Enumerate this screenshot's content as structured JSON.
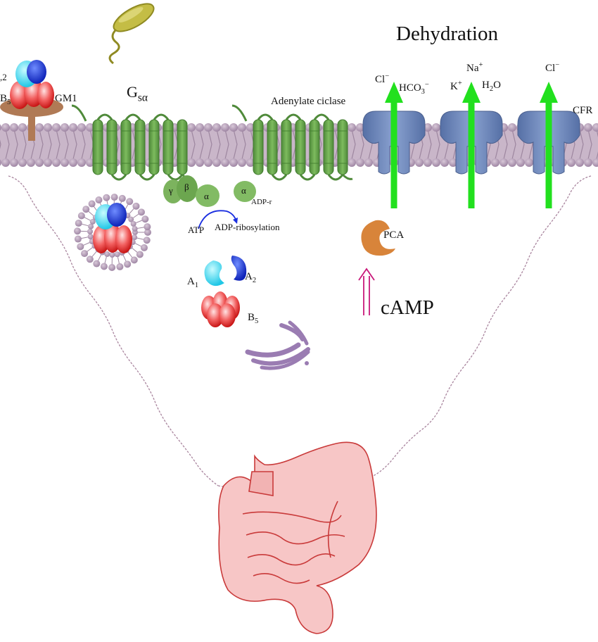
{
  "labels": {
    "dehydration": "Dehydration",
    "gsa": "G",
    "gsa_sub": "sα",
    "gm1": "GM1",
    "adenylate": "Adenylate ciclase",
    "cfr": "CFR",
    "cl1": "Cl",
    "cl1_sup": "−",
    "hco3": "HCO",
    "hco3_sub": "3",
    "hco3_sup": "−",
    "na": "Na",
    "na_sup": "+",
    "k": "K",
    "k_sup": "+",
    "h2o_a": "H",
    "h2o_sub": "2",
    "h2o_b": "O",
    "cl2": "Cl",
    "cl2_sup": "−",
    "gamma": "γ",
    "beta": "β",
    "alpha1": "α",
    "alpha2": "α",
    "adpr": "ADP-r",
    "atp": "ATP",
    "adp_ribosylation": "ADP-ribosylation",
    "pca": "PCA",
    "camp": "cAMP",
    "a1": "A",
    "a1_sub": "1",
    "a2": "A",
    "a2_sub": "2",
    "b5": "B",
    "b5_sub": "5",
    "edge_b": "B",
    "edge_b_sub": "5",
    "edge_a": ",2"
  },
  "colors": {
    "membrane": "#b8a4b8",
    "membrane_dark": "#8e7892",
    "gprotein": "#5f9a48",
    "gprotein_light": "#86b86a",
    "channel": "#6f86b6",
    "arrow_green": "#22e01e",
    "intestine": "#f7c6c6",
    "intestine_stroke": "#c93a3a",
    "toxin_red": "#e8403a",
    "toxin_cyan": "#35d6ee",
    "toxin_blue": "#1c3ee0",
    "golgi": "#9a7cb2",
    "pca": "#d8843a",
    "camp_arrow": "#c8187a",
    "bacterium": "#b9b03c"
  }
}
